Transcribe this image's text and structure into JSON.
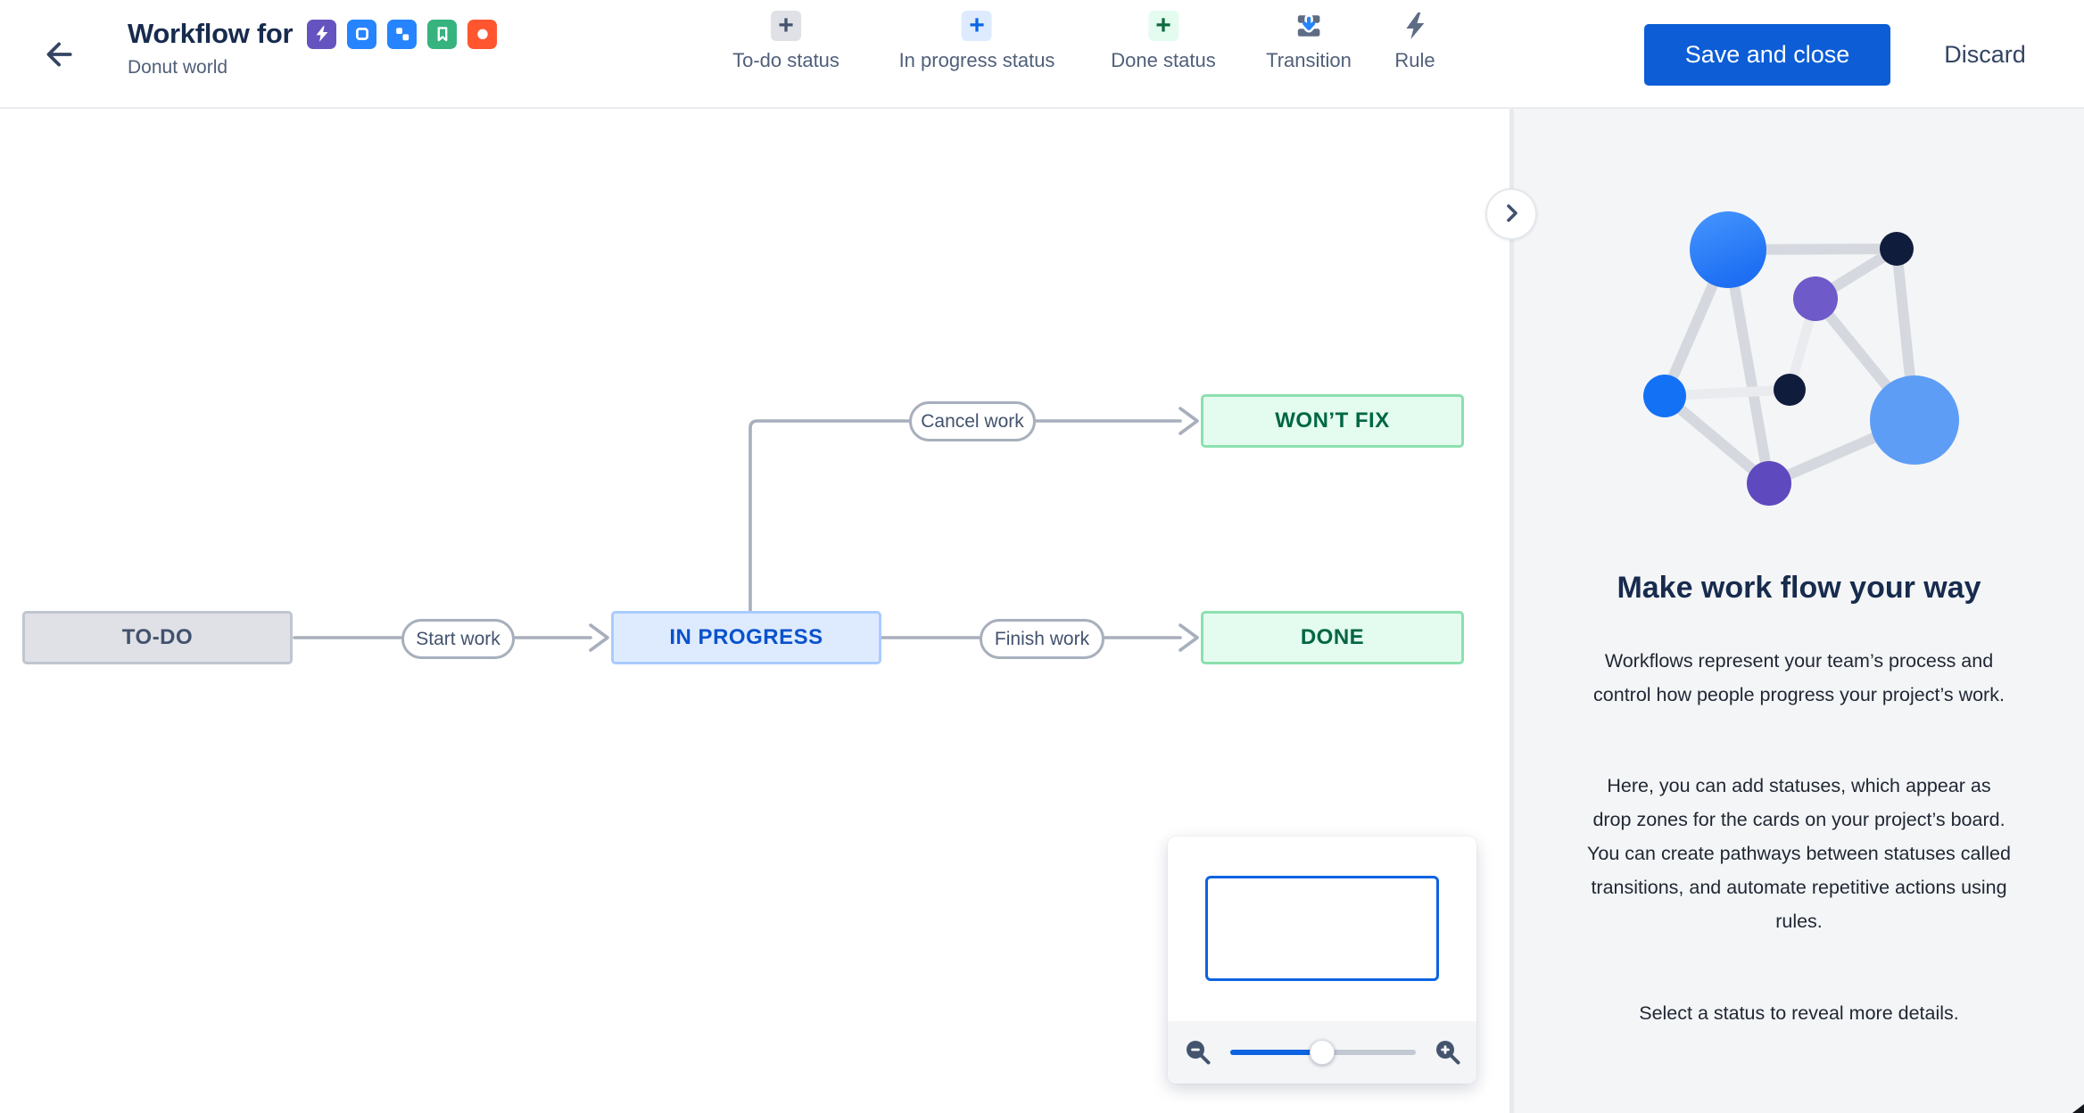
{
  "header": {
    "title": "Workflow for",
    "subtitle": "Donut world",
    "issue_types": [
      {
        "name": "bolt",
        "color": "#6554C0"
      },
      {
        "name": "task-square",
        "color": "#2684FF"
      },
      {
        "name": "subtask",
        "color": "#2684FF"
      },
      {
        "name": "bookmark",
        "color": "#36B37E"
      },
      {
        "name": "blocker-circle",
        "color": "#FF5630"
      }
    ],
    "toolbar": [
      {
        "label": "To-do status",
        "kind": "todo"
      },
      {
        "label": "In progress status",
        "kind": "inprogress"
      },
      {
        "label": "Done status",
        "kind": "done"
      },
      {
        "label": "Transition",
        "kind": "transition"
      },
      {
        "label": "Rule",
        "kind": "rule"
      }
    ],
    "actions": {
      "save": "Save and close",
      "discard": "Discard"
    }
  },
  "icons": {
    "plus": "+"
  },
  "canvas": {
    "statuses": [
      {
        "label": "TO-DO",
        "kind": "todo"
      },
      {
        "label": "IN PROGRESS",
        "kind": "inprogress"
      },
      {
        "label": "WON’T FIX",
        "kind": "done"
      },
      {
        "label": "DONE",
        "kind": "done"
      }
    ],
    "transitions": [
      {
        "label": "Start work",
        "from": "TO-DO",
        "to": "IN PROGRESS"
      },
      {
        "label": "Cancel work",
        "from": "IN PROGRESS",
        "to": "WON’T FIX"
      },
      {
        "label": "Finish work",
        "from": "IN PROGRESS",
        "to": "DONE"
      }
    ]
  },
  "minimap": {
    "slider_position": 0.5
  },
  "side_panel": {
    "heading": "Make work flow your way",
    "paragraphs": [
      "Workflows represent your team’s process and control how people progress your project’s work.",
      "Here, you can add statuses, which appear as drop zones for the cards on your project’s board. You can create pathways between statuses called transitions, and automate repetitive actions using rules.",
      "Select a status to reveal more details."
    ]
  },
  "colors": {
    "primary_button": "#0C5DD6",
    "todo_fill": "#DFE1E6",
    "inprogress_fill": "#DEEBFF",
    "done_fill": "#E3FCEF",
    "connector": "#A8AFBC",
    "panel_bg": "#F4F5F7"
  }
}
